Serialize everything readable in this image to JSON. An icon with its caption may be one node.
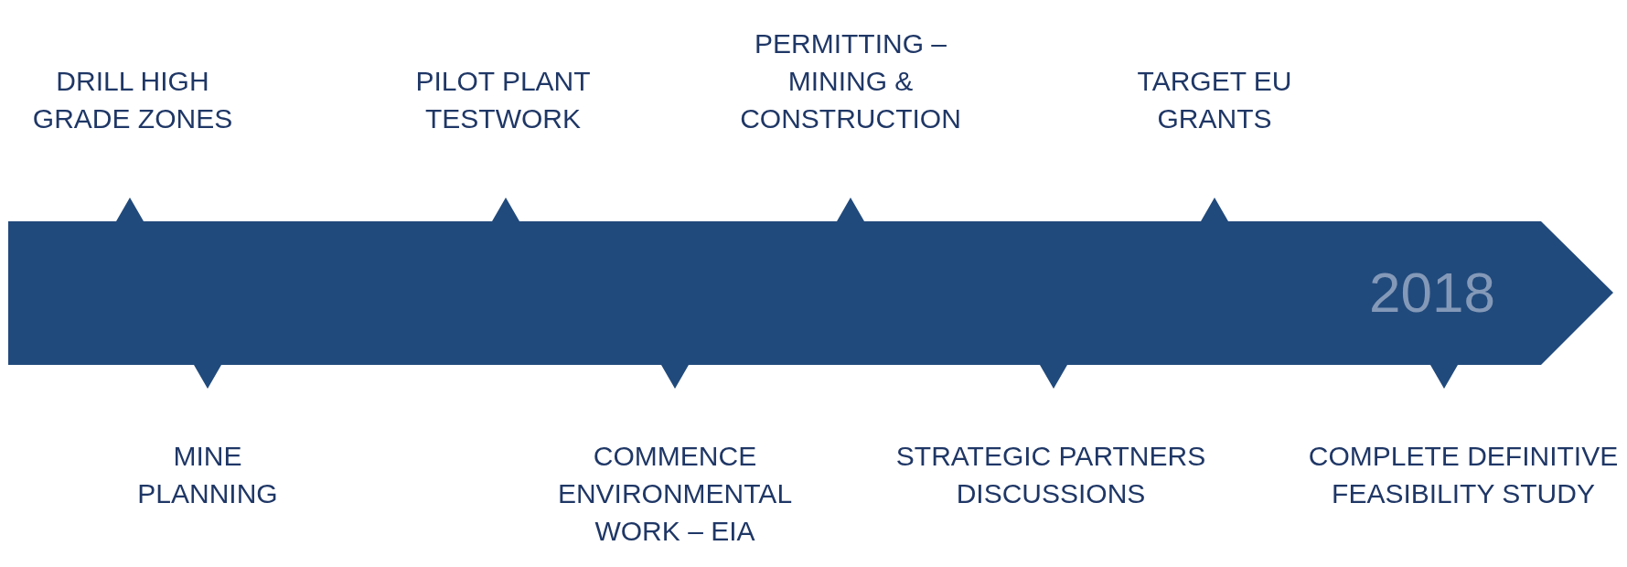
{
  "diagram": {
    "nodes": [
      {
        "text": [
          "2018"
        ]
      }
    ],
    "labels": [
      "DRILL HIGH GRADE ZONES",
      "MINE PLANNING",
      "PILOT PLANT TESTWORK",
      "COMMENCE ENVIRONMENTAL WORK – EIA",
      "PERMITTING – MINING & CONSTRUCTION",
      "STRATEGIC PARTNERS DISCUSSIONS",
      "TARGET EU GRANTS",
      "COMPLETE DEFINITIVE FEASIBILITY STUDY"
    ]
  }
}
